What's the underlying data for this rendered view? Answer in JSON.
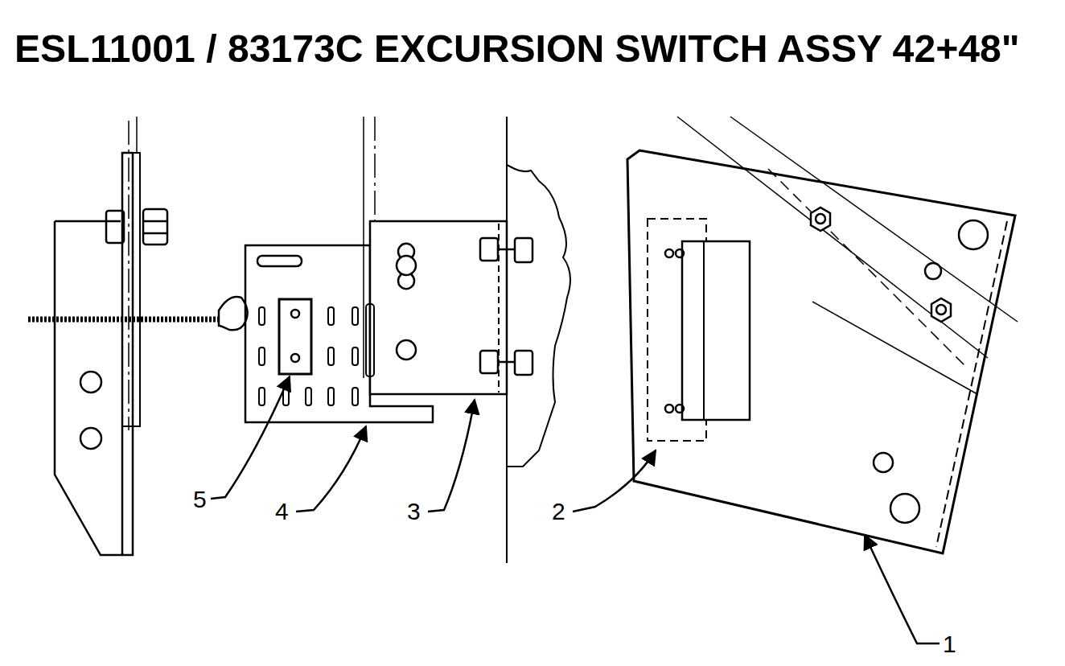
{
  "diagram": {
    "title": "ESL11001 / 83173C EXCURSION SWITCH ASSY 42+48\"",
    "labels": [
      "5",
      "4",
      "3",
      "2",
      "1"
    ]
  }
}
